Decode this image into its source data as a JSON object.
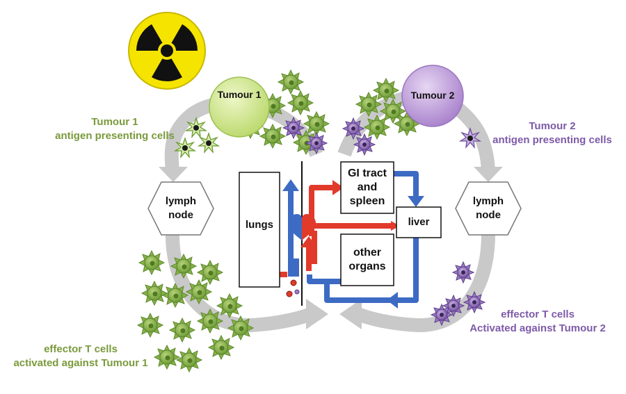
{
  "tumours": {
    "t1": {
      "label": "Tumour 1"
    },
    "t2": {
      "label": "Tumour 2"
    }
  },
  "labels": {
    "t1_apc": {
      "line1": "Tumour 1",
      "line2": "antigen presenting cells"
    },
    "t2_apc": {
      "line1": "Tumour 2",
      "line2": "antigen presenting cells"
    },
    "t1_effector": {
      "line1": "effector T cells",
      "line2": "activated against Tumour 1"
    },
    "t2_effector": {
      "line1": "effector T cells",
      "line2": "Activated against Tumour 2"
    }
  },
  "nodes": {
    "lymph_left": {
      "line1": "lymph",
      "line2": "node"
    },
    "lymph_right": {
      "line1": "lymph",
      "line2": "node"
    },
    "lungs": "lungs",
    "gi": {
      "line1": "GI tract",
      "line2": "and",
      "line3": "spleen"
    },
    "liver": "liver",
    "other": {
      "line1": "other",
      "line2": "organs"
    }
  },
  "colors": {
    "green_text": "#7a9a3c",
    "purple_text": "#7d5aa8",
    "tumour1_fill": "#d3e98a",
    "tumour2_fill": "#c8a8e0",
    "arterial": "#e23a2a",
    "venous": "#3d6bc4",
    "loop_arrow": "#c9c9c9",
    "radiation_yellow": "#f5e400"
  },
  "icons": {
    "radiation": "radiation-hazard-icon",
    "heart": "heart-icon"
  }
}
